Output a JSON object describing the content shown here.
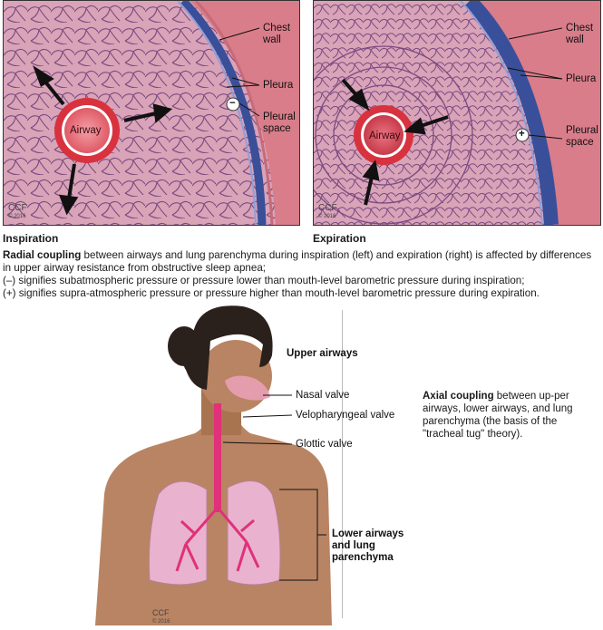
{
  "inspiration_panel": {
    "title": "Inspiration",
    "airway_label": "Airway",
    "chest_wall_label": "Chest\nwall",
    "pleura_label": "Pleura",
    "pleural_space_label": "Pleural\nspace",
    "pressure_sign": "−",
    "watermark_brand": "CCF",
    "watermark_year": "© 2016"
  },
  "expiration_panel": {
    "title": "Expiration",
    "airway_label": "Airway",
    "chest_wall_label": "Chest\nwall",
    "pleura_label": "Pleura",
    "pleural_space_label": "Pleural\nspace",
    "pressure_sign": "+",
    "watermark_brand": "CCF",
    "watermark_year": "© 2016"
  },
  "caption": {
    "lead_bold": "Radial coupling",
    "line1_rest": " between airways and lung parenchyma during inspiration (left) and expiration (right) is affected by differences in upper airway resistance from obstructive sleep apnea;",
    "line2": "(–) signifies subatmospheric pressure or pressure lower than mouth-level barometric pressure during inspiration;",
    "line3": "(+) signifies supra-atmospheric pressure or pressure higher than mouth-level barometric pressure during expiration."
  },
  "body_figure": {
    "upper_airways": "Upper airways",
    "nasal_valve": "Nasal valve",
    "velopharyngeal_valve": "Velopharyngeal valve",
    "glottic_valve": "Glottic valve",
    "lower_airways": "Lower airways\nand lung\nparenchyma",
    "watermark_brand": "CCF",
    "watermark_year": "© 2016"
  },
  "axial_text": {
    "lead_bold": "Axial coupling",
    "rest": " between up-per airways, lower airways, and lung parenchyma (the basis of the \"tracheal tug\" theory)."
  },
  "colors": {
    "parenchyma": "#d9a3b8",
    "alveolar_line": "#7a4a80",
    "pleura_blue": "#3a4f9a",
    "chest_wall": "#d97d8a",
    "airway_red": "#d8323f",
    "skin": "#b98463",
    "hair": "#2b211c",
    "lung": "#e9b3cf",
    "trachea": "#e0317a"
  }
}
